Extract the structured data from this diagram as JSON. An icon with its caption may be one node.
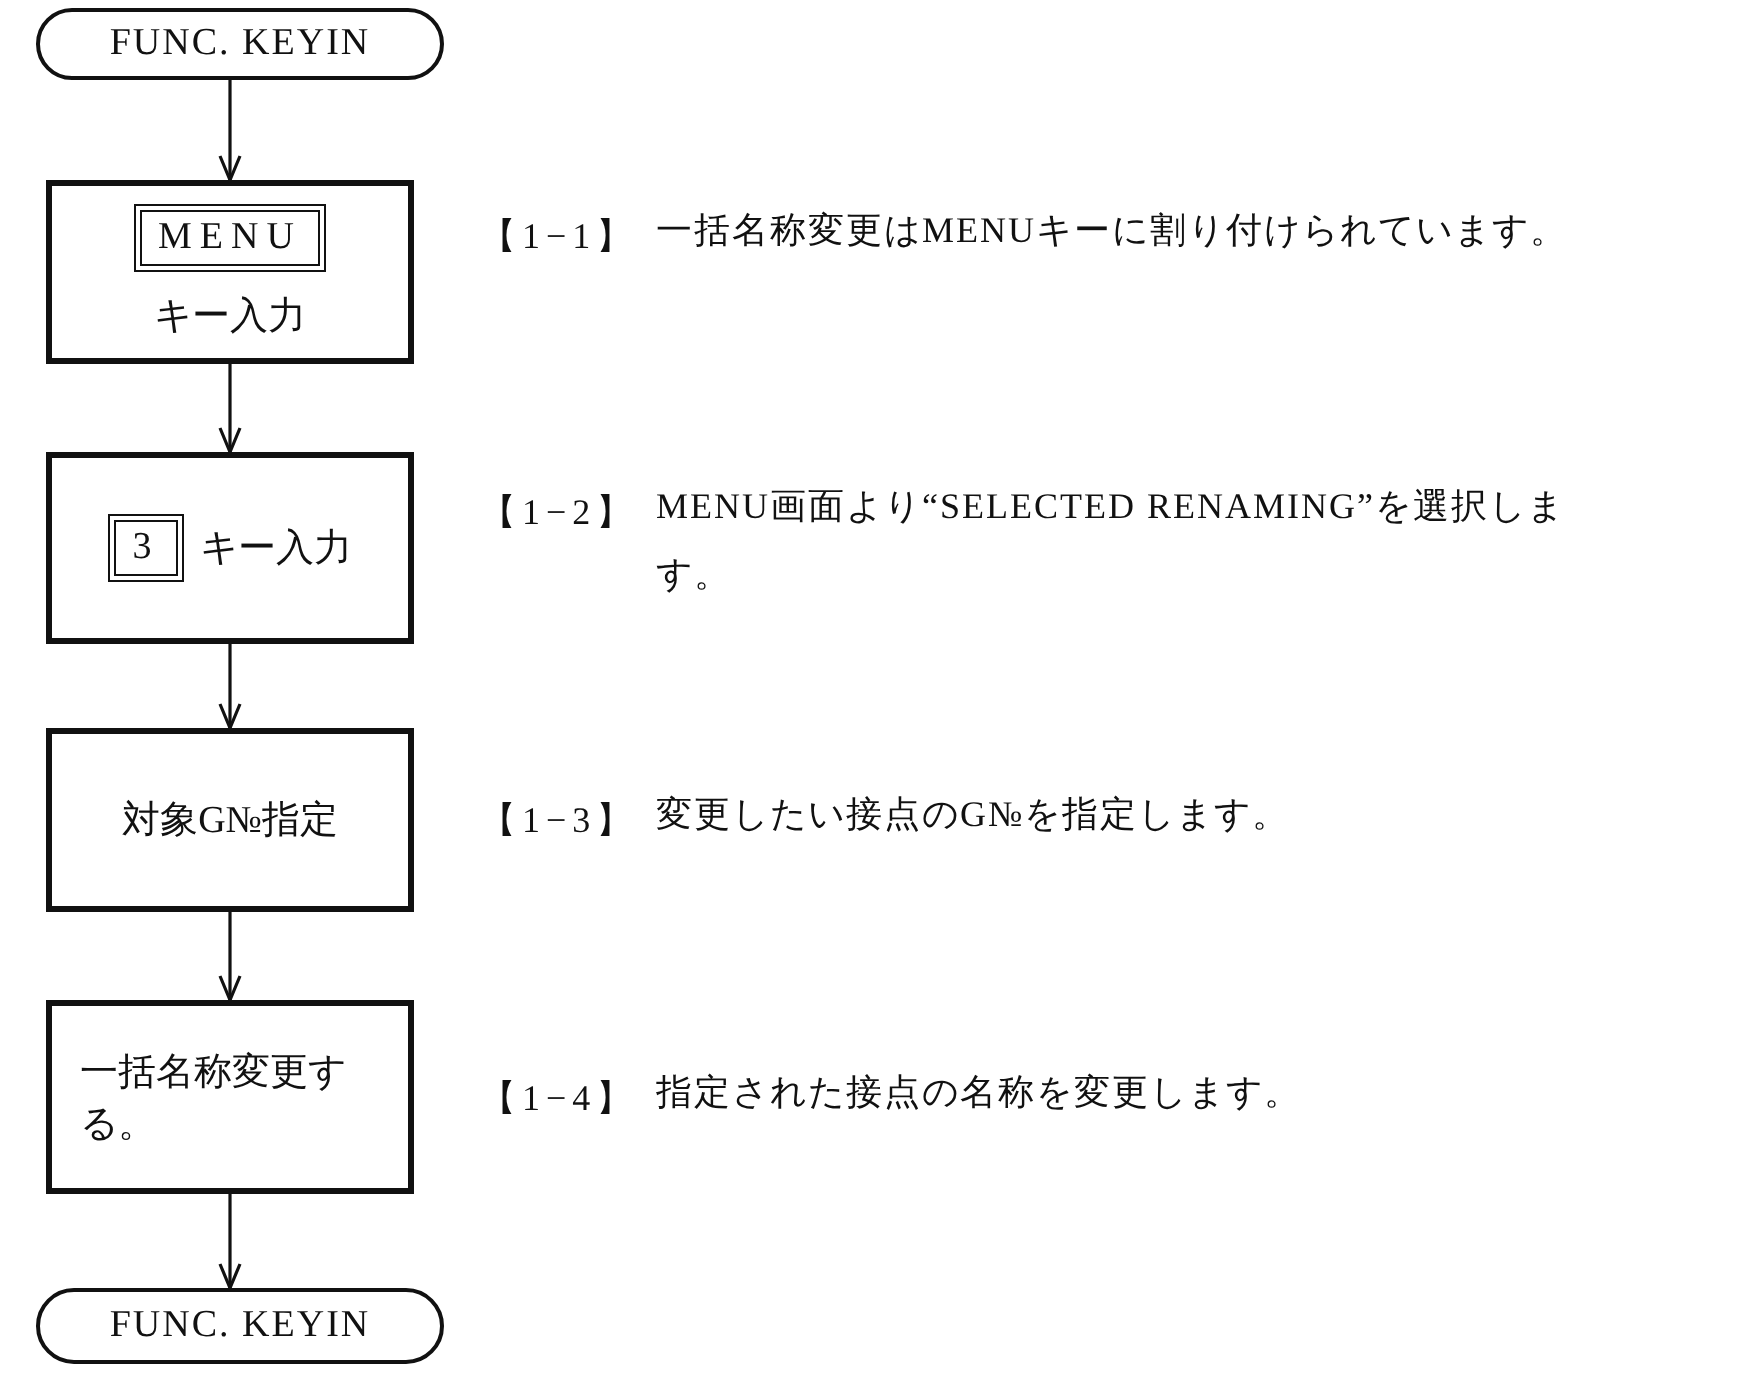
{
  "diagram": {
    "nodes": [
      {
        "text": [
          "FUNC. KEYIN"
        ]
      },
      {
        "text": [
          "MENU",
          "キー入力"
        ],
        "beside": [
          "【1−1】",
          "一括名称変更はMENUキーに割り付けられています。"
        ]
      },
      {
        "text": [
          "3",
          "キー入力"
        ],
        "beside": [
          "【1−2】",
          "MENU画面より“SELECTED RENAMING”を選択します。"
        ]
      },
      {
        "text": [
          "対象G№指定"
        ],
        "beside": [
          "【1−3】",
          "変更したい接点のG№を指定します。"
        ]
      },
      {
        "text": [
          "一括名称変更する。"
        ],
        "beside": [
          "【1−4】",
          "指定された接点の名称を変更します。"
        ]
      },
      {
        "text": [
          "FUNC. KEYIN"
        ]
      }
    ],
    "edges": [
      {
        "from": 0,
        "to": 1,
        "arrow": "to"
      },
      {
        "from": 1,
        "to": 2,
        "arrow": "to"
      },
      {
        "from": 2,
        "to": 3,
        "arrow": "to"
      },
      {
        "from": 3,
        "to": 4,
        "arrow": "to"
      },
      {
        "from": 4,
        "to": 5,
        "arrow": "to"
      }
    ]
  }
}
